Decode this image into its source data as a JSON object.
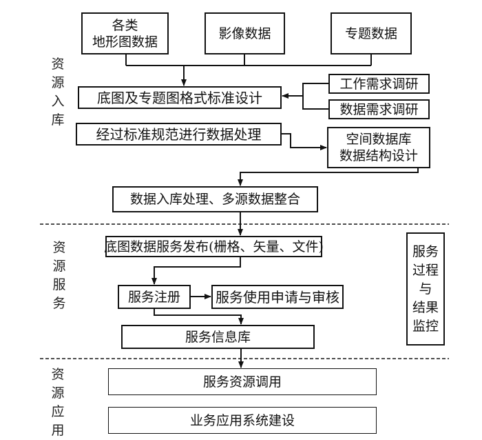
{
  "sections": [
    {
      "id": "ingest",
      "label": "资源入库"
    },
    {
      "id": "service",
      "label": "资源服务"
    },
    {
      "id": "application",
      "label": "资源应用"
    }
  ],
  "nodes": {
    "topo_data": {
      "line1": "各类",
      "line2": "地形图数据"
    },
    "image_data": "影像数据",
    "thematic_data": "专题数据",
    "format_design": "底图及专题图格式标准设计",
    "work_survey": "工作需求调研",
    "data_survey": "数据需求调研",
    "standard_processing": "经过标准规范进行数据处理",
    "db_structure": {
      "line1": "空间数据库",
      "line2": "数据结构设计"
    },
    "ingest_integration": "数据入库处理、多源数据整合",
    "service_publish": "底图数据服务发布(栅格、矢量、文件)",
    "service_register": "服务注册",
    "service_apply": "服务使用申请与审核",
    "service_infobase": "服务信息库",
    "monitor": {
      "lines": [
        "服务",
        "过程",
        "与",
        "结果",
        "监控"
      ]
    },
    "resource_invoke": "服务资源调用",
    "business_system": "业务应用系统建设"
  }
}
